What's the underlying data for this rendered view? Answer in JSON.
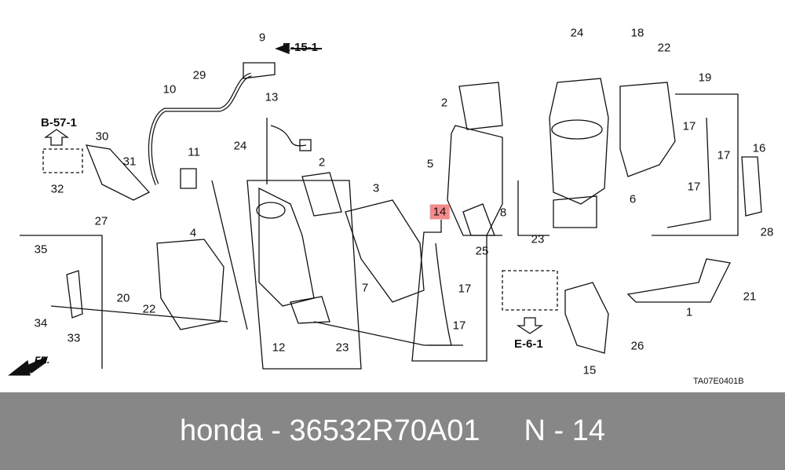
{
  "caption": {
    "brand": "honda",
    "separator": " - ",
    "part_number": "36532R70A01",
    "position": "N - 14"
  },
  "diagram_code": "TA07E0401B",
  "front_indicator": "FR.",
  "highlight_color": "#f28b8b",
  "highlighted_label": "14",
  "references": [
    "E-15-1",
    "B-57-1",
    "E-6-1"
  ],
  "labels": [
    "9",
    "29",
    "10",
    "13",
    "30",
    "31",
    "11",
    "24",
    "32",
    "27",
    "2",
    "3",
    "4",
    "35",
    "20",
    "22",
    "34",
    "33",
    "12",
    "23",
    "7",
    "5",
    "2",
    "14",
    "25",
    "17",
    "17",
    "24",
    "18",
    "22",
    "19",
    "17",
    "17",
    "17",
    "16",
    "6",
    "8",
    "23",
    "28",
    "21",
    "1",
    "15",
    "26"
  ]
}
